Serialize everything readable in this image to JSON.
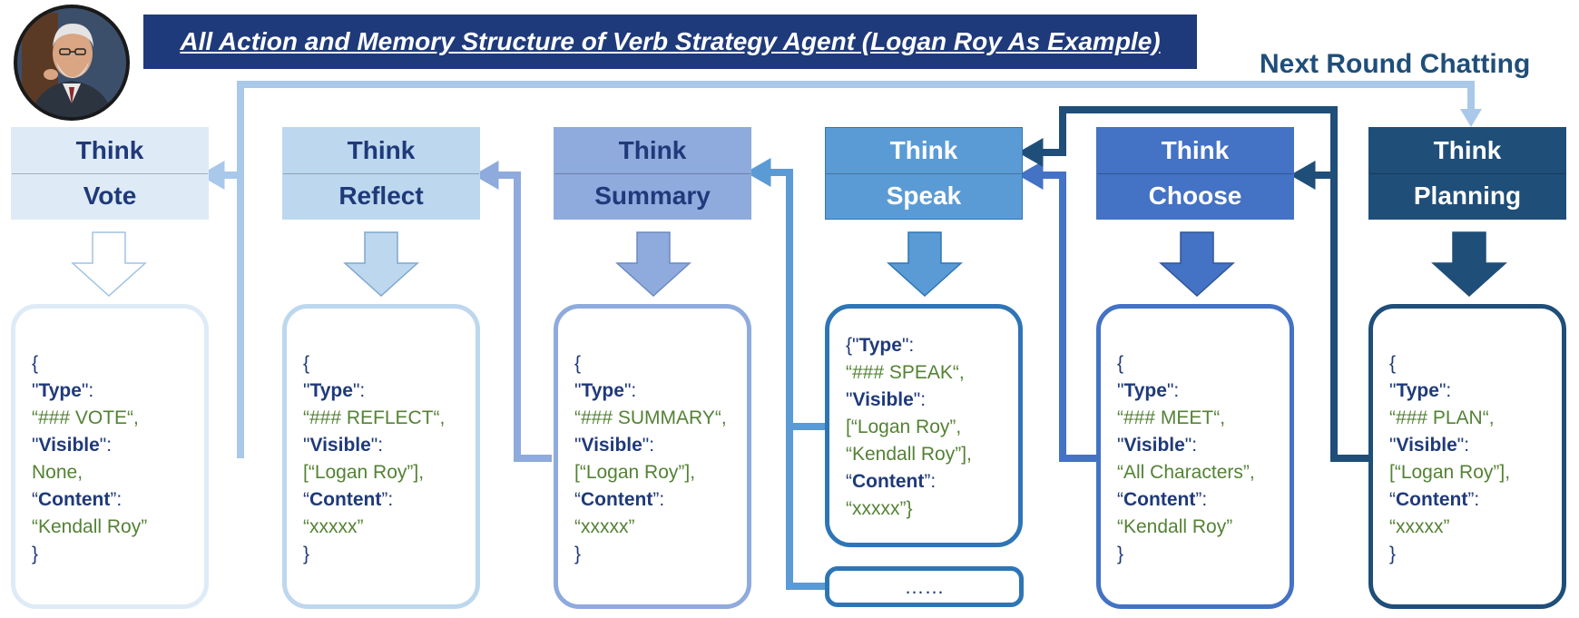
{
  "title": "All Action and Memory Structure of Verb Strategy Agent (Logan Roy As Example)",
  "next_round_label": "Next Round Chatting",
  "avatar_icon": "logan-roy-portrait",
  "steps": [
    {
      "think": "Think",
      "action": "Vote",
      "header_color": "#deebf7",
      "header_text_color": "#1f3a7a",
      "border_color": "#deebf7",
      "lines": [
        [
          "{"
        ],
        [
          "\"",
          "Type",
          "\":"
        ],
        [
          "“### VOTE“,"
        ],
        [
          "\"",
          "Visible",
          "\":"
        ],
        [
          "None,"
        ],
        [
          "“",
          "Content",
          "”:"
        ],
        [
          "“Kendall Roy”"
        ],
        [
          "}"
        ]
      ]
    },
    {
      "think": "Think",
      "action": "Reflect",
      "header_color": "#bdd7ee",
      "header_text_color": "#1f3a7a",
      "border_color": "#bdd7ee",
      "lines": [
        [
          "{"
        ],
        [
          "\"",
          "Type",
          "\":"
        ],
        [
          "“### REFLECT“,"
        ],
        [
          "\"",
          "Visible",
          "\":"
        ],
        [
          "[“Logan Roy”],"
        ],
        [
          "“",
          "Content",
          "”:"
        ],
        [
          "“xxxxx”"
        ],
        [
          "}"
        ]
      ]
    },
    {
      "think": "Think",
      "action": "Summary",
      "header_color": "#8faadc",
      "header_text_color": "#1f3a7a",
      "border_color": "#8faadc",
      "lines": [
        [
          "{"
        ],
        [
          "\"",
          "Type",
          "\":"
        ],
        [
          "“### SUMMARY“,"
        ],
        [
          "\"",
          "Visible",
          "\":"
        ],
        [
          "[“Logan Roy”],"
        ],
        [
          "“",
          "Content",
          "”:"
        ],
        [
          "“xxxxx”"
        ],
        [
          "}"
        ]
      ]
    },
    {
      "think": "Think",
      "action": "Speak",
      "header_color": "#5b9bd5",
      "header_text_color": "#ffffff",
      "border_color": "#2e75b6",
      "lines": [
        [
          "{\"",
          "Type",
          "\":"
        ],
        [
          "“### SPEAK“,"
        ],
        [
          "\"",
          "Visible",
          "\":"
        ],
        [
          "[“Logan Roy”,"
        ],
        [
          "“Kendall Roy”],"
        ],
        [
          "“",
          "Content",
          "”:"
        ],
        [
          "“xxxxx”}"
        ]
      ]
    },
    {
      "think": "Think",
      "action": "Choose",
      "header_color": "#4472c4",
      "header_text_color": "#ffffff",
      "border_color": "#4472c4",
      "lines": [
        [
          "{"
        ],
        [
          "\"",
          "Type",
          "\":"
        ],
        [
          "“### MEET“,"
        ],
        [
          "\"",
          "Visible",
          "\":"
        ],
        [
          "“All Characters”,"
        ],
        [
          "“",
          "Content",
          "”:"
        ],
        [
          "“Kendall Roy”"
        ],
        [
          "}"
        ]
      ]
    },
    {
      "think": "Think",
      "action": "Planning",
      "header_color": "#1f4e79",
      "header_text_color": "#ffffff",
      "border_color": "#1f4e79",
      "lines": [
        [
          "{"
        ],
        [
          "\"",
          "Type",
          "\":"
        ],
        [
          "“### PLAN“,"
        ],
        [
          "\"",
          "Visible",
          "\":"
        ],
        [
          "[“Logan Roy”],"
        ],
        [
          "“",
          "Content",
          "”:"
        ],
        [
          "“xxxxx”"
        ],
        [
          "}"
        ]
      ]
    }
  ],
  "more_box_text": "……"
}
